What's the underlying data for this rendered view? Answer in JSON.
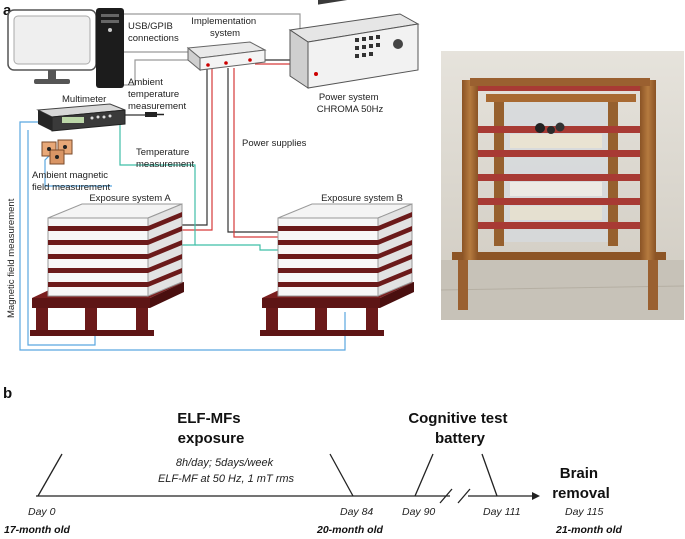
{
  "panel_a": {
    "letter": "a",
    "usb_gpib": [
      "USB/GPIB",
      "connections"
    ],
    "implementation": [
      "Implementation",
      "system"
    ],
    "power_system": [
      "Power system",
      "CHROMA 50Hz"
    ],
    "multimeter": "Multimeter",
    "ambient_temp": [
      "Ambient",
      "temperature",
      "measurement"
    ],
    "ambient_mag": [
      "Ambient magnetic",
      "field measurement"
    ],
    "temperature": [
      "Temperature",
      "measurement"
    ],
    "power_supplies": "Power supplies",
    "mag_field": "Magnetic field measurement",
    "exposure_a": "Exposure system A",
    "exposure_b": "Exposure system B"
  },
  "panel_b": {
    "letter": "b",
    "elf_title": [
      "ELF-MFs",
      "exposure"
    ],
    "cog_title": [
      "Cognitive test",
      "battery"
    ],
    "brain_title": [
      "Brain",
      "removal"
    ],
    "schedule": [
      "8h/day; 5days/week",
      "ELF-MF at 50 Hz, 1 mT rms"
    ],
    "days": [
      "Day 0",
      "Day 84",
      "Day 90",
      "Day 111",
      "Day 115"
    ],
    "ages": [
      "17-month old",
      "20-month old",
      "21-month old"
    ]
  },
  "colors": {
    "wire_red": "#d63a3a",
    "wire_black": "#333333",
    "wire_blue": "#5aa7e0",
    "wire_teal": "#3fbfa8",
    "wire_gray": "#9a9a9a",
    "rack_wood": "#6b1a1a",
    "photo_wood": "#a86a32"
  }
}
